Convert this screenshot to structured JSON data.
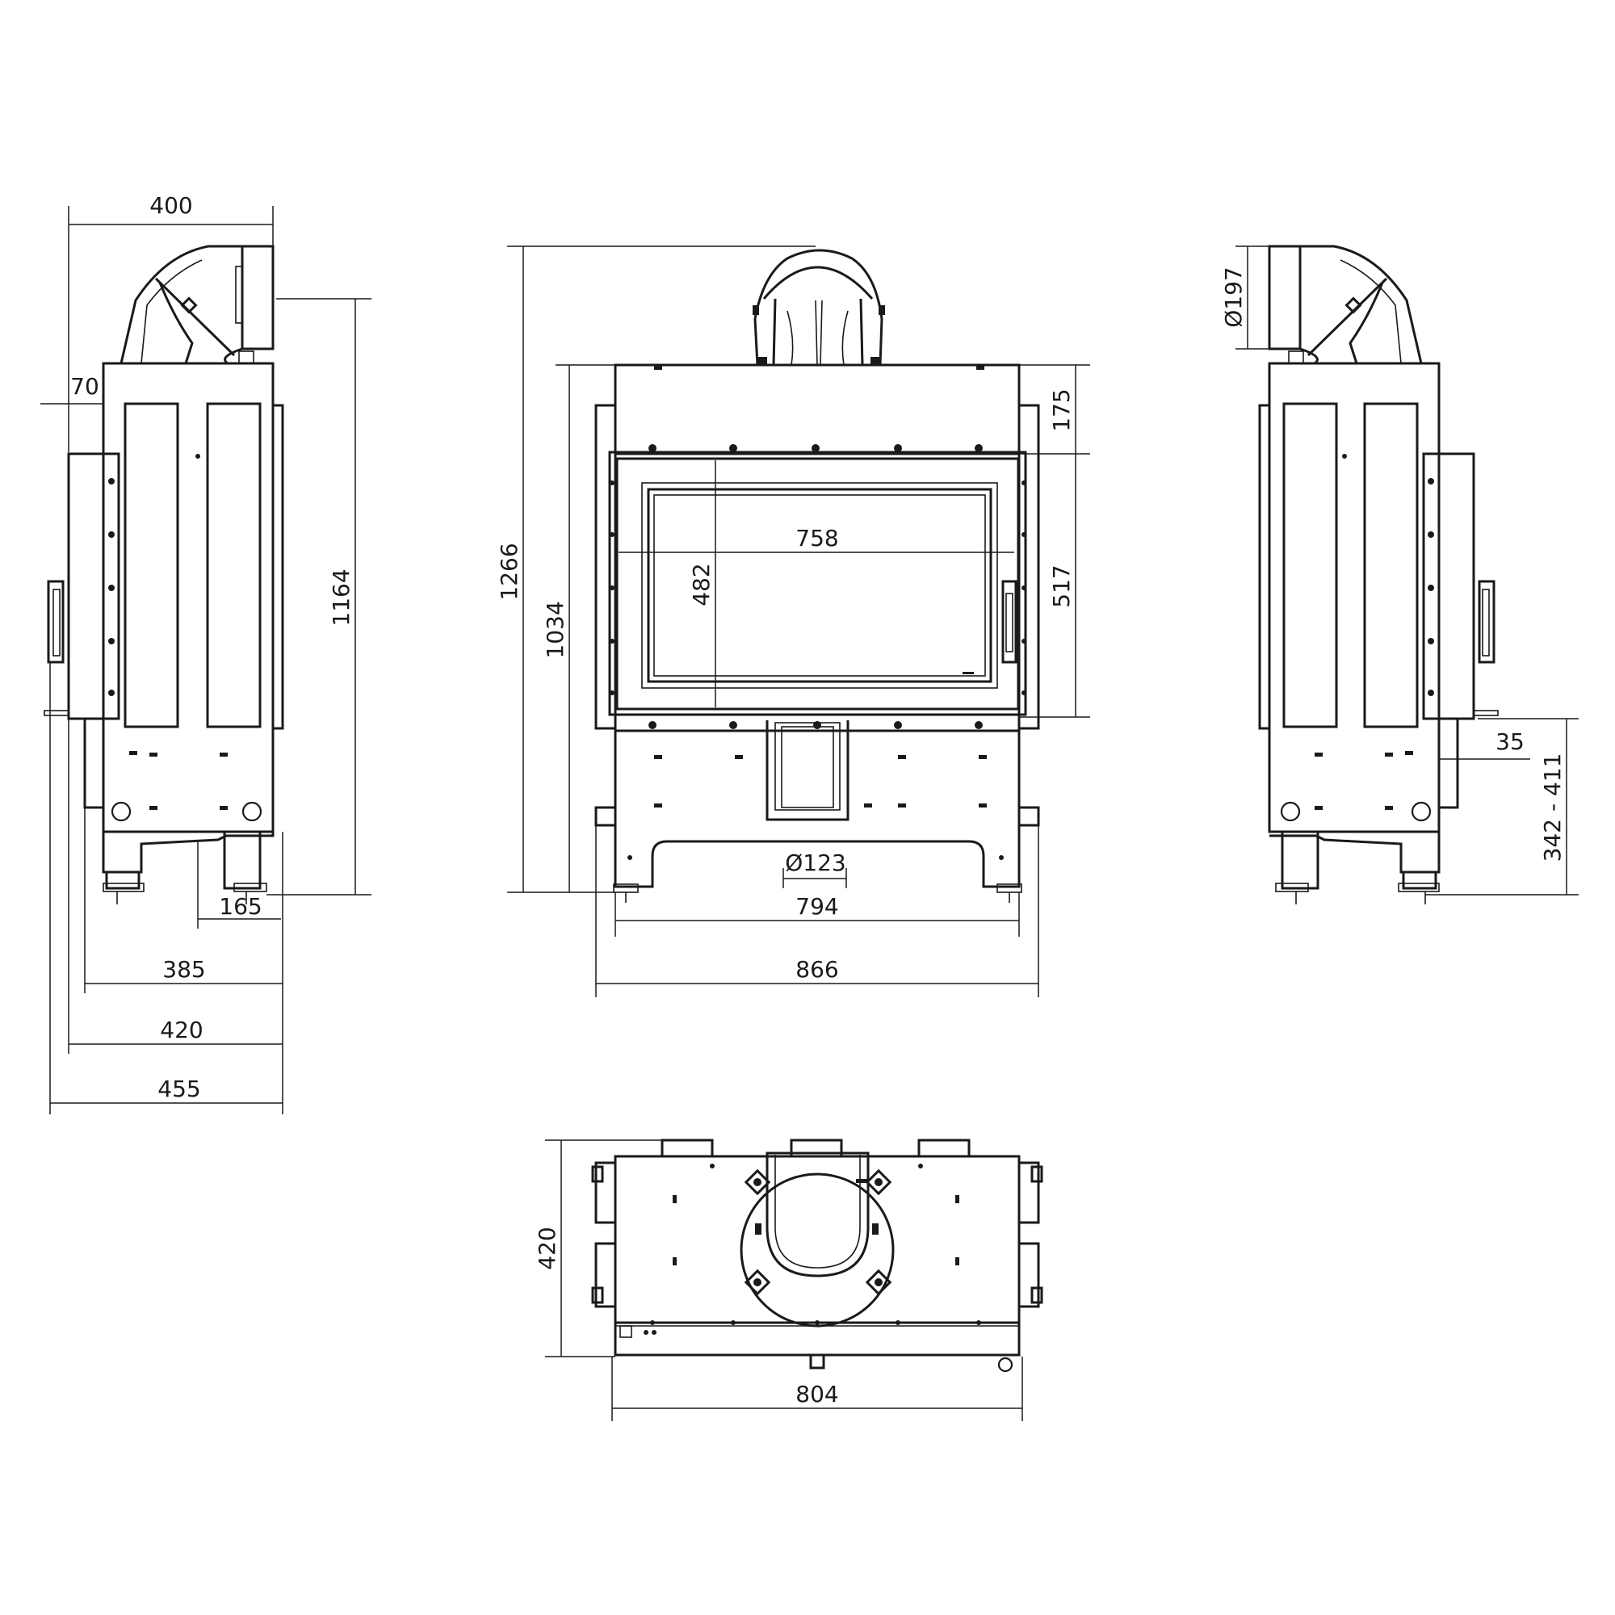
{
  "dimensions": {
    "side_left": {
      "top_width": "400",
      "offset": "70",
      "height_flue": "1164",
      "foot_spacing": "165",
      "width_385": "385",
      "width_420": "420",
      "width_455": "455"
    },
    "front": {
      "total_height": "1266",
      "body_height": "1034",
      "glass_width": "758",
      "glass_height": "482",
      "top_height": "175",
      "door_height": "517",
      "air_inlet": "Ø123",
      "base_width": "794",
      "total_width": "866"
    },
    "side_right": {
      "flue_diameter": "Ø197",
      "offset": "35",
      "inlet_height": "342 - 411"
    },
    "top": {
      "depth": "420",
      "width": "804"
    }
  }
}
